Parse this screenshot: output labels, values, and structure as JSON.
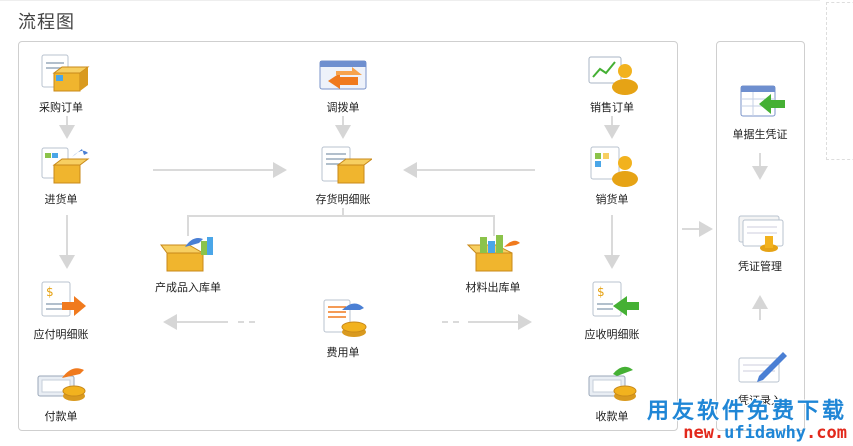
{
  "page": {
    "title": "流程图"
  },
  "nodes": {
    "purchase_order": "采购订单",
    "transfer": "调拨单",
    "sales_order": "销售订单",
    "voucher_from_doc": "单据生凭证",
    "receipt": "进货单",
    "inventory_ledger": "存货明细账",
    "sales_doc": "销货单",
    "voucher_mgmt": "凭证管理",
    "finished_goods_in": "产成品入库单",
    "material_out": "材料出库单",
    "payable_ledger": "应付明细账",
    "expense": "费用单",
    "receivable_ledger": "应收明细账",
    "payment": "付款单",
    "collection": "收款单",
    "voucher_entry": "凭证录入"
  },
  "watermark": {
    "text": "用友软件免费下载",
    "url_a": "new.",
    "url_b": "ufidawhy",
    "url_c": ".com"
  },
  "colors": {
    "box": "#f0b52e",
    "doc_blue": "#6e8fcf",
    "arrow_orange": "#f07a1e",
    "arrow_green": "#45b034",
    "coin": "#e6a315",
    "flow_line": "#d6d6d6"
  }
}
